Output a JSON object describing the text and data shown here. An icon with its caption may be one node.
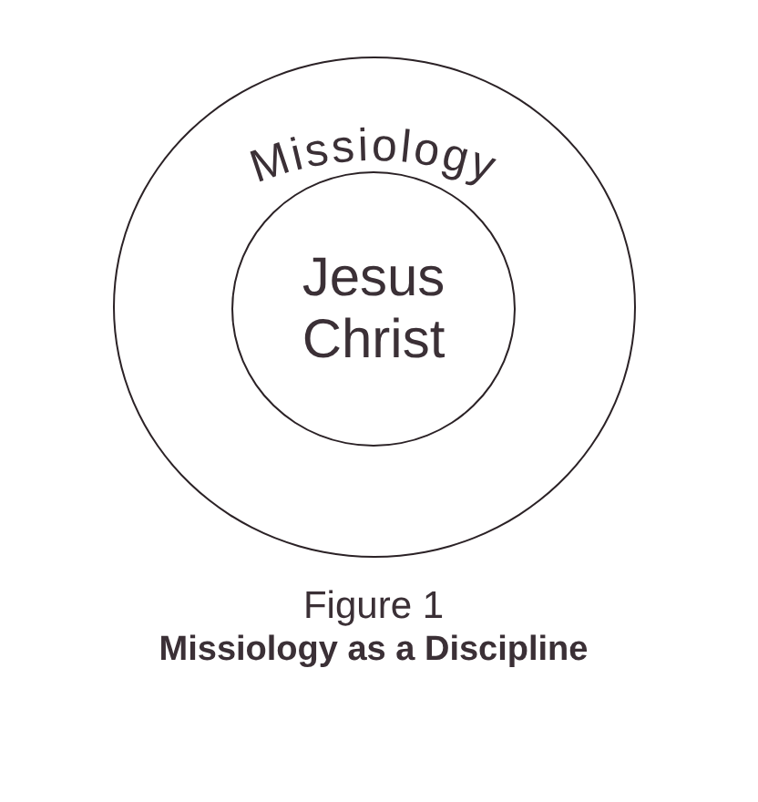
{
  "diagram": {
    "caption": "Missiology as a Discipline",
    "nodes": [
      {
        "text": [
          "Missiology"
        ]
      },
      {
        "text": [
          "Jesus Christ"
        ],
        "in": 0
      }
    ],
    "labels": [
      "Figure 1"
    ]
  }
}
